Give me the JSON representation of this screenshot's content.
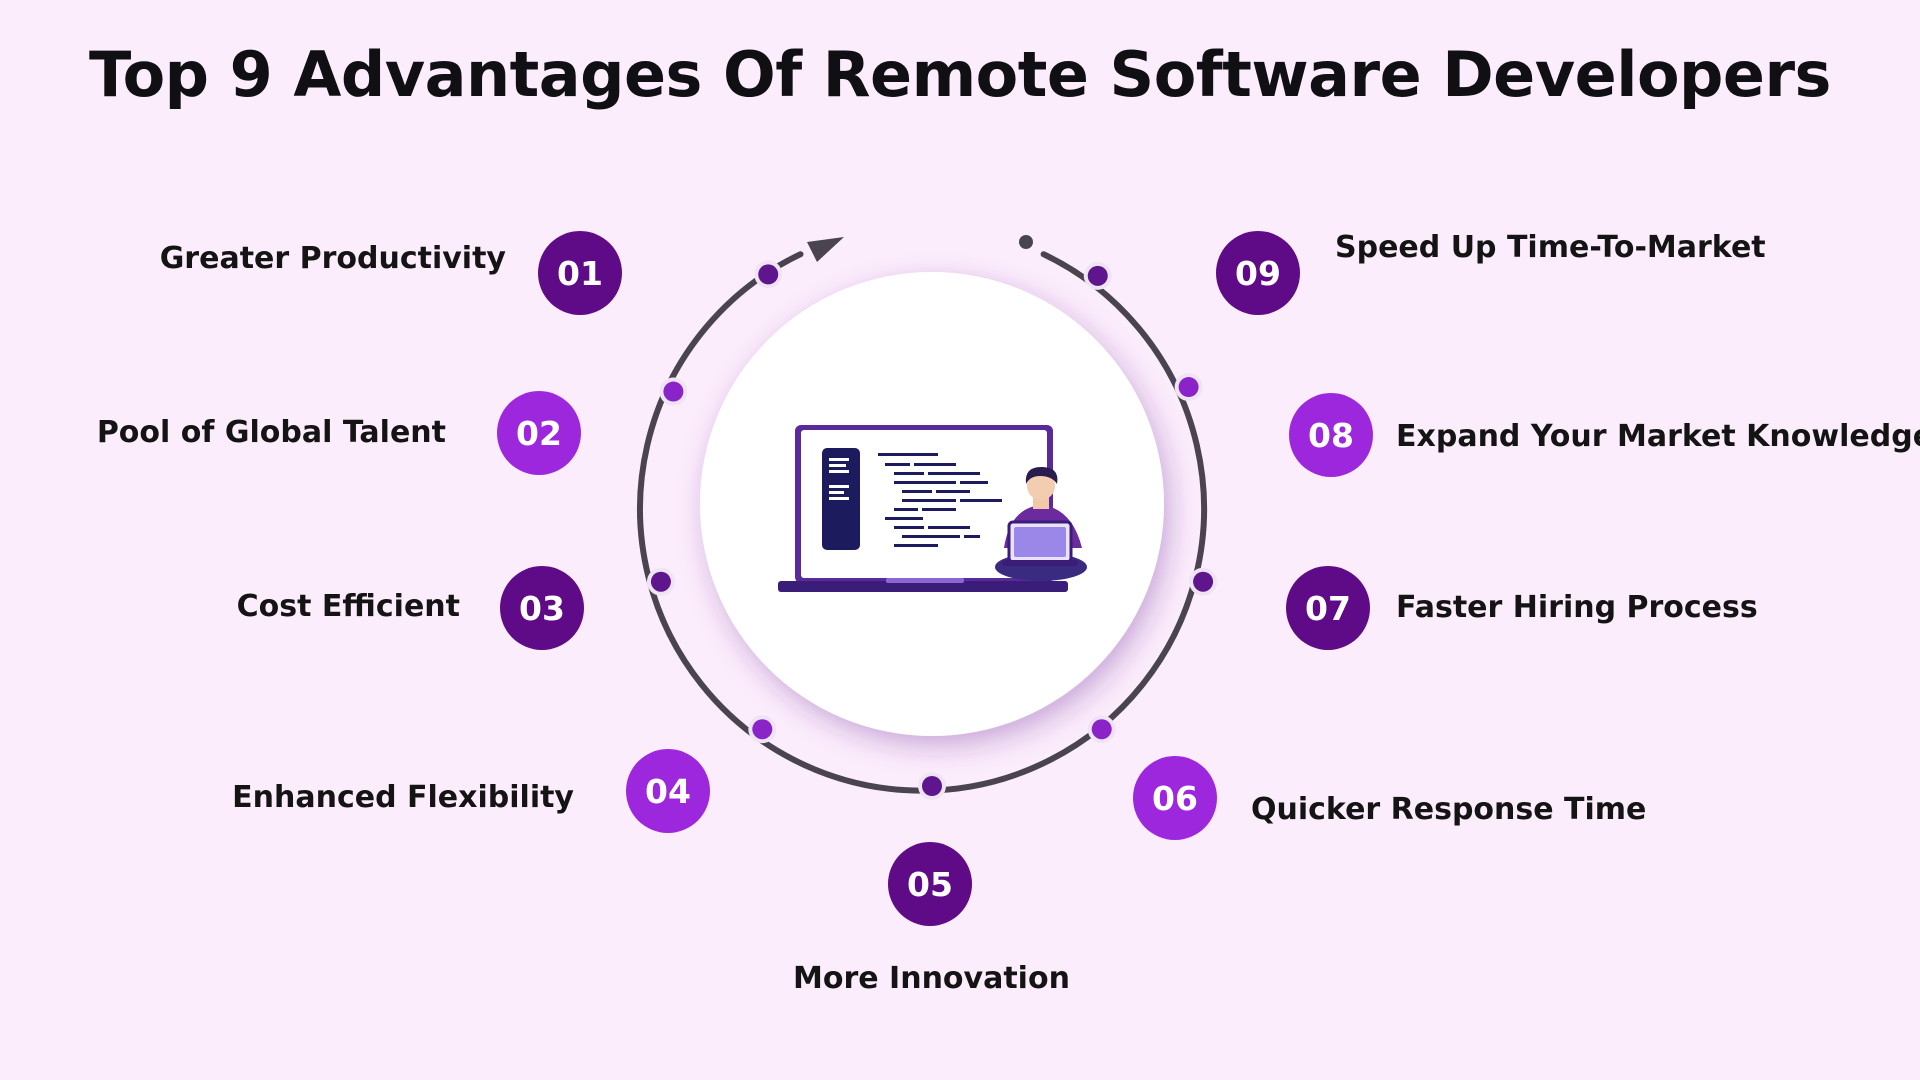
{
  "title": "Top 9 Advantages Of Remote Software Developers",
  "colors": {
    "background": "#fcedfc",
    "badge_dark": "#5f0a87",
    "badge_light": "#9d27dd",
    "ring": "#4a4450",
    "node_fill": "#5e158d",
    "screen_panel": "#1b1b5e"
  },
  "icons": {
    "center": "developer-with-laptop-icon",
    "direction": "arrow-head-icon"
  },
  "items": [
    {
      "number": "01",
      "label": "Greater Productivity"
    },
    {
      "number": "02",
      "label": "Pool of Global Talent"
    },
    {
      "number": "03",
      "label": "Cost Efficient"
    },
    {
      "number": "04",
      "label": "Enhanced Flexibility"
    },
    {
      "number": "05",
      "label": "More Innovation"
    },
    {
      "number": "06",
      "label": "Quicker Response Time"
    },
    {
      "number": "07",
      "label": "Faster Hiring Process"
    },
    {
      "number": "08",
      "label": "Expand Your Market Knowledge"
    },
    {
      "number": "09",
      "label": "Speed Up Time-To-Market"
    }
  ]
}
